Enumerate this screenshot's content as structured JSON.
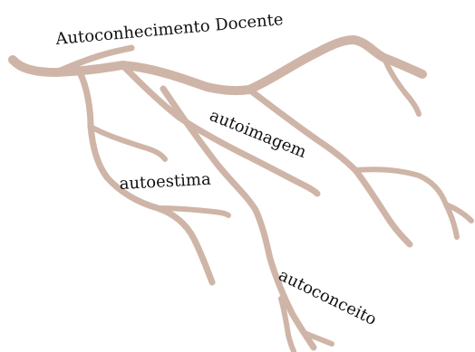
{
  "diagram": {
    "title": "Autoconhecimento Docente",
    "branches": {
      "autoimagem": "autoimagem",
      "autoestima": "autoestima",
      "autoconceito": "autoconceito"
    },
    "colors": {
      "branch": "#cfb5a7",
      "text": "#111111",
      "background": "#ffffff"
    }
  }
}
